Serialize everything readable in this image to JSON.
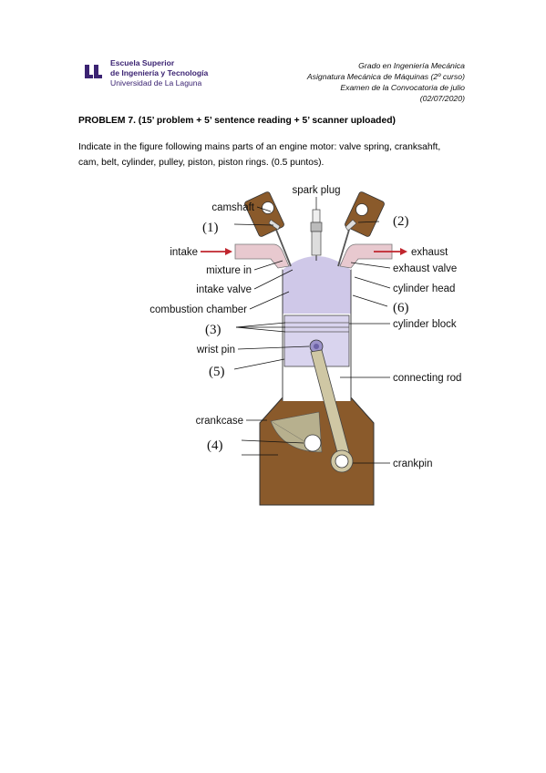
{
  "header": {
    "logo_lines": [
      "Escuela Superior",
      "de Ingeniería y Tecnología",
      "Universidad de La Laguna"
    ],
    "course_lines": [
      "Grado en Ingeniería Mecánica",
      "Asignatura Mecánica de Máquinas (2º curso)",
      "Examen de la Convocatoria de julio",
      "(02/07/2020)"
    ]
  },
  "problem": {
    "title": "PROBLEM 7. (15’ problem + 5’ sentence reading + 5’ scanner uploaded)",
    "statement": "Indicate in the figure following mains parts of an engine motor: valve spring, cranksahft, cam, belt, cylinder, pulley, piston, piston rings. (0.5 puntos)."
  },
  "figure": {
    "labels": {
      "spark_plug": "spark plug",
      "camshaft": "camshaft",
      "intake": "intake",
      "exhaust": "exhaust",
      "mixture_in": "mixture in",
      "exhaust_valve": "exhaust valve",
      "intake_valve": "intake valve",
      "cylinder_head": "cylinder head",
      "combustion_chamber": "combustion chamber",
      "cylinder_block": "cylinder block",
      "wrist_pin": "wrist pin",
      "connecting_rod": "connecting rod",
      "crankcase": "crankcase",
      "crankpin": "crankpin"
    },
    "numbers": [
      "(1)",
      "(2)",
      "(3)",
      "(4)",
      "(5)",
      "(6)"
    ]
  },
  "colors": {
    "brand_purple": "#3b2372",
    "engine_brown": "#8a5a2b",
    "chamber_lavender": "#cfc8e8",
    "piston_lavender": "#d9d4ee",
    "arrow_red": "#c0262e"
  }
}
